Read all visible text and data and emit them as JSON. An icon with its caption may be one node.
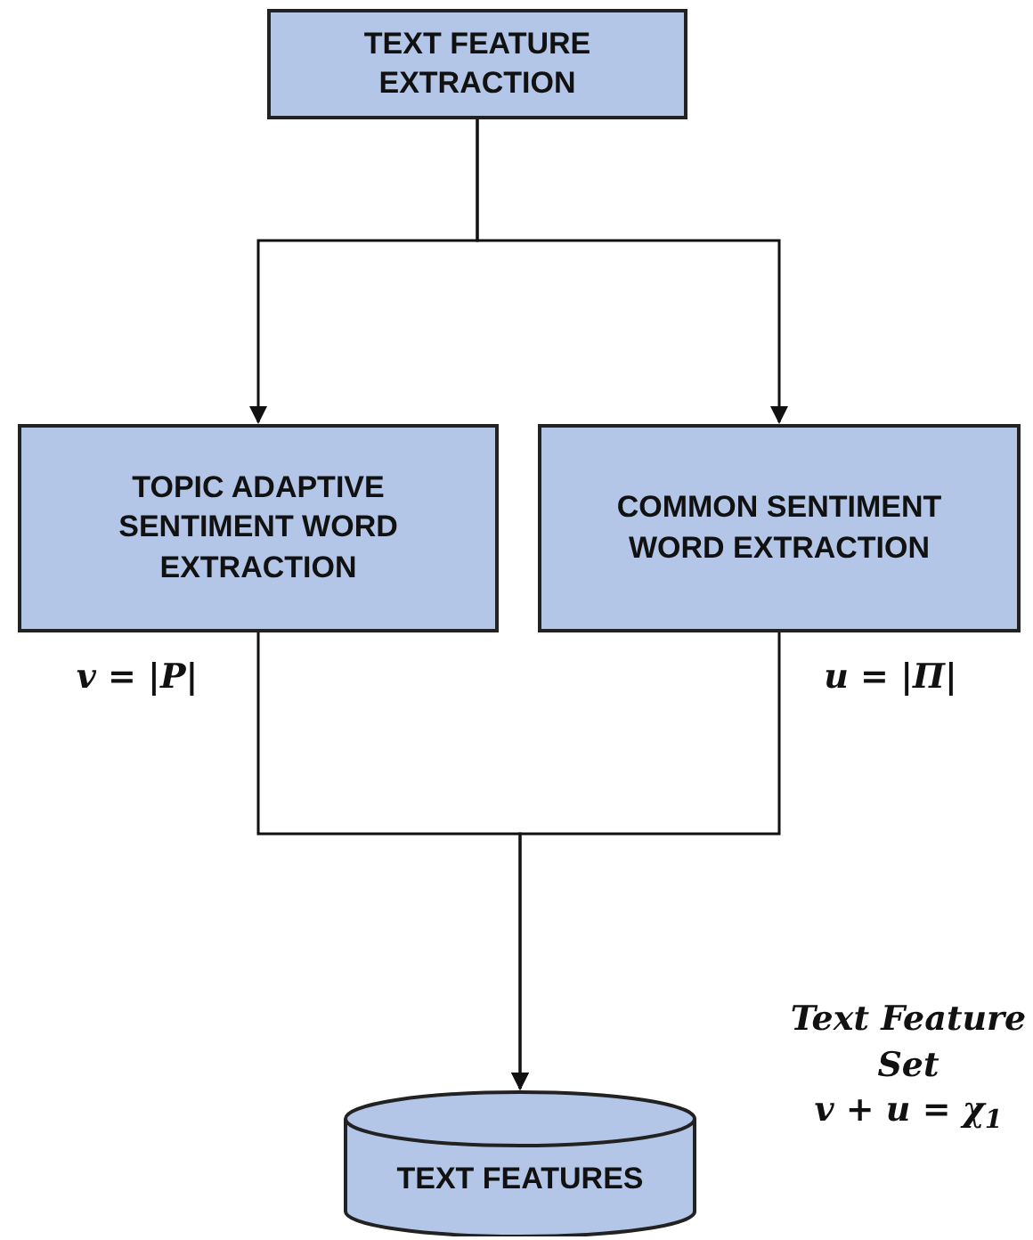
{
  "diagram": {
    "nodes": [
      {
        "text": [
          "TEXT FEATURE EXTRACTION"
        ]
      },
      {
        "text": [
          "TOPIC ADAPTIVE SENTIMENT WORD EXTRACTION"
        ],
        "beside": [
          "v = |P|"
        ]
      },
      {
        "text": [
          "COMMON SENTIMENT WORD EXTRACTION"
        ],
        "beside": [
          "u = |Π|"
        ]
      },
      {
        "text": [
          "TEXT FEATURES"
        ],
        "beside": [
          "Text Feature Set",
          "v + u = χ$_{1}$"
        ]
      }
    ],
    "edges": [
      {
        "from": 0,
        "to": 1,
        "arrow": "to"
      },
      {
        "from": 0,
        "to": 2,
        "arrow": "to"
      },
      {
        "from": 1,
        "to": 3,
        "arrow": "to"
      },
      {
        "from": 2,
        "to": 3,
        "arrow": "to"
      }
    ]
  }
}
